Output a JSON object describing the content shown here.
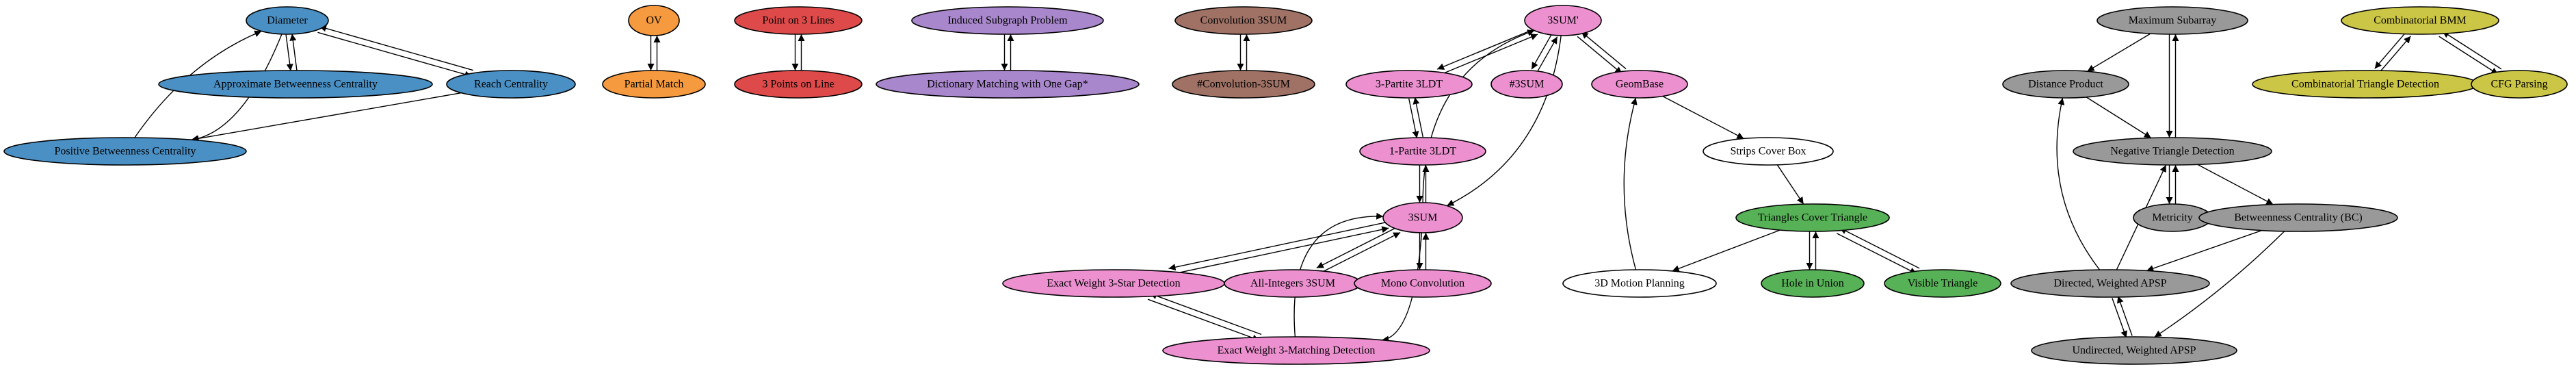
{
  "colors": {
    "blue": "#4a90c4",
    "orange": "#f59a3e",
    "red": "#de4a4a",
    "purple": "#a887cc",
    "brown": "#a07266",
    "pink": "#ec90d0",
    "white": "#ffffff",
    "green": "#57b157",
    "gray": "#999999",
    "olive": "#cbc645"
  },
  "nodes": [
    {
      "id": "diameter",
      "label": "Diameter",
      "color": "blue"
    },
    {
      "id": "approx_bc",
      "label": "Approximate Betweenness Centrality",
      "color": "blue"
    },
    {
      "id": "reach",
      "label": "Reach Centrality",
      "color": "blue"
    },
    {
      "id": "pos_bc",
      "label": "Positive Betweenness Centrality",
      "color": "blue"
    },
    {
      "id": "ov",
      "label": "OV",
      "color": "orange"
    },
    {
      "id": "partial_match",
      "label": "Partial Match",
      "color": "orange"
    },
    {
      "id": "point3lines",
      "label": "Point on 3 Lines",
      "color": "red"
    },
    {
      "id": "points3line",
      "label": "3 Points on Line",
      "color": "red"
    },
    {
      "id": "induced_subgraph",
      "label": "Induced Subgraph Problem",
      "color": "purple"
    },
    {
      "id": "dict_match",
      "label": "Dictionary Matching with One Gap*",
      "color": "purple"
    },
    {
      "id": "conv3sum",
      "label": "Convolution 3SUM",
      "color": "brown"
    },
    {
      "id": "sharp_conv3sum",
      "label": "#Convolution-3SUM",
      "color": "brown"
    },
    {
      "id": "threesum_prime",
      "label": "3SUM'",
      "color": "pink"
    },
    {
      "id": "tripartite3ldt",
      "label": "3-Partite 3LDT",
      "color": "pink"
    },
    {
      "id": "sharp3sum",
      "label": "#3SUM",
      "color": "pink"
    },
    {
      "id": "geombase",
      "label": "GeomBase",
      "color": "pink"
    },
    {
      "id": "onepartite3ldt",
      "label": "1-Partite 3LDT",
      "color": "pink"
    },
    {
      "id": "threesum",
      "label": "3SUM",
      "color": "pink"
    },
    {
      "id": "ew3star",
      "label": "Exact Weight 3-Star Detection",
      "color": "pink"
    },
    {
      "id": "allint3sum",
      "label": "All-Integers 3SUM",
      "color": "pink"
    },
    {
      "id": "monoconv",
      "label": "Mono Convolution",
      "color": "pink"
    },
    {
      "id": "ew3match",
      "label": "Exact Weight 3-Matching Detection",
      "color": "pink"
    },
    {
      "id": "strips",
      "label": "Strips Cover Box",
      "color": "white"
    },
    {
      "id": "motion3d",
      "label": "3D Motion Planning",
      "color": "white"
    },
    {
      "id": "tri_cover",
      "label": "Triangles Cover Triangle",
      "color": "green"
    },
    {
      "id": "hole_union",
      "label": "Hole in Union",
      "color": "green"
    },
    {
      "id": "visible_tri",
      "label": "Visible Triangle",
      "color": "green"
    },
    {
      "id": "max_subarray",
      "label": "Maximum Subarray",
      "color": "gray"
    },
    {
      "id": "dist_product",
      "label": "Distance Product",
      "color": "gray"
    },
    {
      "id": "neg_tri",
      "label": "Negative Triangle Detection",
      "color": "gray"
    },
    {
      "id": "metricity",
      "label": "Metricity",
      "color": "gray"
    },
    {
      "id": "bc",
      "label": "Betweenness Centrality (BC)",
      "color": "gray"
    },
    {
      "id": "dir_apsp",
      "label": "Directed, Weighted APSP",
      "color": "gray"
    },
    {
      "id": "undir_apsp",
      "label": "Undirected, Weighted APSP",
      "color": "gray"
    },
    {
      "id": "comb_bmm",
      "label": "Combinatorial BMM",
      "color": "olive"
    },
    {
      "id": "comb_tri",
      "label": "Combinatorial Triangle Detection",
      "color": "olive"
    },
    {
      "id": "cfg",
      "label": "CFG Parsing",
      "color": "olive"
    }
  ],
  "edges": [
    {
      "from": "diameter",
      "to": "approx_bc"
    },
    {
      "from": "approx_bc",
      "to": "diameter"
    },
    {
      "from": "diameter",
      "to": "reach"
    },
    {
      "from": "reach",
      "to": "diameter"
    },
    {
      "from": "diameter",
      "to": "pos_bc"
    },
    {
      "from": "pos_bc",
      "to": "diameter"
    },
    {
      "from": "reach",
      "to": "pos_bc"
    },
    {
      "from": "ov",
      "to": "partial_match"
    },
    {
      "from": "partial_match",
      "to": "ov"
    },
    {
      "from": "point3lines",
      "to": "points3line"
    },
    {
      "from": "points3line",
      "to": "point3lines"
    },
    {
      "from": "induced_subgraph",
      "to": "dict_match"
    },
    {
      "from": "dict_match",
      "to": "induced_subgraph"
    },
    {
      "from": "conv3sum",
      "to": "sharp_conv3sum"
    },
    {
      "from": "sharp_conv3sum",
      "to": "conv3sum"
    },
    {
      "from": "threesum_prime",
      "to": "tripartite3ldt"
    },
    {
      "from": "tripartite3ldt",
      "to": "threesum_prime"
    },
    {
      "from": "threesum_prime",
      "to": "sharp3sum"
    },
    {
      "from": "sharp3sum",
      "to": "threesum_prime"
    },
    {
      "from": "threesum_prime",
      "to": "geombase"
    },
    {
      "from": "geombase",
      "to": "threesum_prime"
    },
    {
      "from": "threesum_prime",
      "to": "threesum"
    },
    {
      "from": "threesum",
      "to": "threesum_prime"
    },
    {
      "from": "tripartite3ldt",
      "to": "onepartite3ldt"
    },
    {
      "from": "onepartite3ldt",
      "to": "tripartite3ldt"
    },
    {
      "from": "onepartite3ldt",
      "to": "threesum"
    },
    {
      "from": "threesum",
      "to": "onepartite3ldt"
    },
    {
      "from": "threesum",
      "to": "ew3star"
    },
    {
      "from": "ew3star",
      "to": "threesum"
    },
    {
      "from": "threesum",
      "to": "allint3sum"
    },
    {
      "from": "allint3sum",
      "to": "threesum"
    },
    {
      "from": "threesum",
      "to": "monoconv"
    },
    {
      "from": "monoconv",
      "to": "threesum"
    },
    {
      "from": "threesum",
      "to": "ew3match"
    },
    {
      "from": "ew3match",
      "to": "threesum"
    },
    {
      "from": "ew3star",
      "to": "ew3match"
    },
    {
      "from": "ew3match",
      "to": "ew3star"
    },
    {
      "from": "geombase",
      "to": "strips"
    },
    {
      "from": "strips",
      "to": "tri_cover"
    },
    {
      "from": "tri_cover",
      "to": "motion3d"
    },
    {
      "from": "motion3d",
      "to": "geombase"
    },
    {
      "from": "tri_cover",
      "to": "hole_union"
    },
    {
      "from": "hole_union",
      "to": "tri_cover"
    },
    {
      "from": "tri_cover",
      "to": "visible_tri"
    },
    {
      "from": "visible_tri",
      "to": "tri_cover"
    },
    {
      "from": "max_subarray",
      "to": "dist_product"
    },
    {
      "from": "max_subarray",
      "to": "neg_tri"
    },
    {
      "from": "neg_tri",
      "to": "max_subarray"
    },
    {
      "from": "dist_product",
      "to": "neg_tri"
    },
    {
      "from": "neg_tri",
      "to": "metricity"
    },
    {
      "from": "metricity",
      "to": "neg_tri"
    },
    {
      "from": "neg_tri",
      "to": "bc"
    },
    {
      "from": "bc",
      "to": "dir_apsp"
    },
    {
      "from": "bc",
      "to": "undir_apsp"
    },
    {
      "from": "dir_apsp",
      "to": "neg_tri"
    },
    {
      "from": "dir_apsp",
      "to": "dist_product"
    },
    {
      "from": "dir_apsp",
      "to": "undir_apsp"
    },
    {
      "from": "undir_apsp",
      "to": "dir_apsp"
    },
    {
      "from": "comb_bmm",
      "to": "comb_tri"
    },
    {
      "from": "comb_tri",
      "to": "comb_bmm"
    },
    {
      "from": "comb_bmm",
      "to": "cfg"
    },
    {
      "from": "cfg",
      "to": "comb_bmm"
    }
  ]
}
